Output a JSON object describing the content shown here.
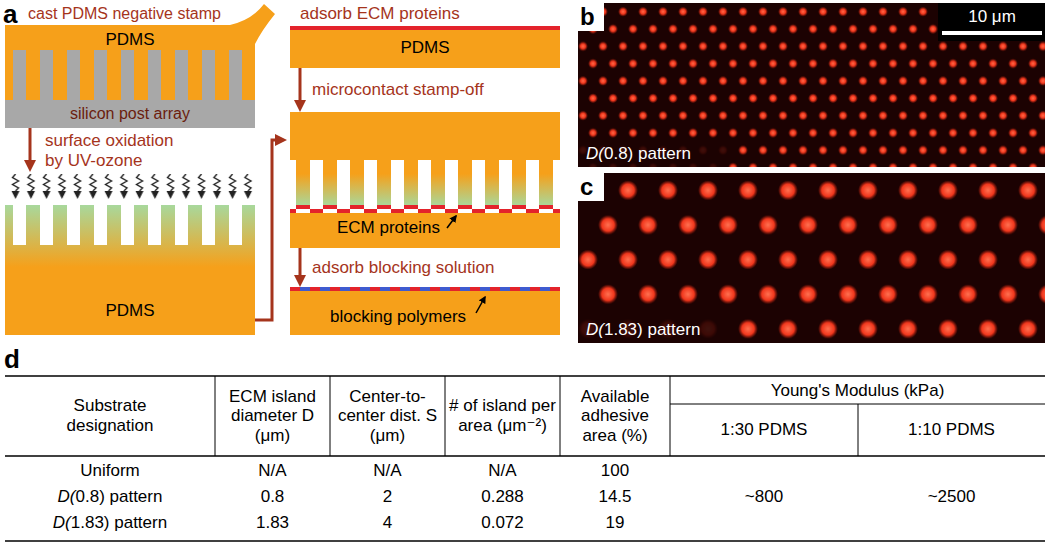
{
  "diagram": {
    "nodes": [
      {
        "text": [
          "cast PDMS negative stamp",
          "PDMS"
        ]
      },
      {
        "text": [
          "silicon post array"
        ]
      },
      {
        "text": [
          "PDMS"
        ]
      },
      {
        "text": [
          "adsorb ECM proteins",
          "PDMS"
        ]
      },
      {
        "text": [
          "ECM proteins"
        ]
      },
      {
        "text": [
          "blocking polymers"
        ]
      },
      {
        "text": [
          "10 μm",
          "D(0.8) pattern"
        ]
      },
      {
        "text": [
          "D(1.83) pattern"
        ]
      }
    ],
    "edges": [
      {
        "from": 1,
        "to": 2,
        "arrow": "to",
        "label": "surface oxidation by UV-ozone"
      },
      {
        "from": 2,
        "to": 4,
        "arrow": "to"
      },
      {
        "from": 3,
        "to": 4,
        "arrow": "to",
        "label": "microcontact stamp-off"
      },
      {
        "from": 4,
        "to": 5,
        "arrow": "to",
        "label": "adsorb blocking solution"
      }
    ],
    "labels": [
      "a",
      "b",
      "c",
      "d",
      "Substrate designation",
      "ECM island diameter D (μm)",
      "Center-to-center dist. S (μm)",
      "# of island per area (μm⁻²)",
      "Available adhesive area (%)",
      "Young's Modulus (kPa)",
      "1:30 PDMS",
      "1:10 PDMS",
      "Uniform",
      "N/A",
      "N/A",
      "N/A",
      "100",
      "D(0.8) pattern",
      "0.8",
      "2",
      "0.288",
      "14.5",
      "D(1.83) pattern",
      "1.83",
      "4",
      "0.072",
      "19",
      "~800",
      "~2500"
    ]
  }
}
